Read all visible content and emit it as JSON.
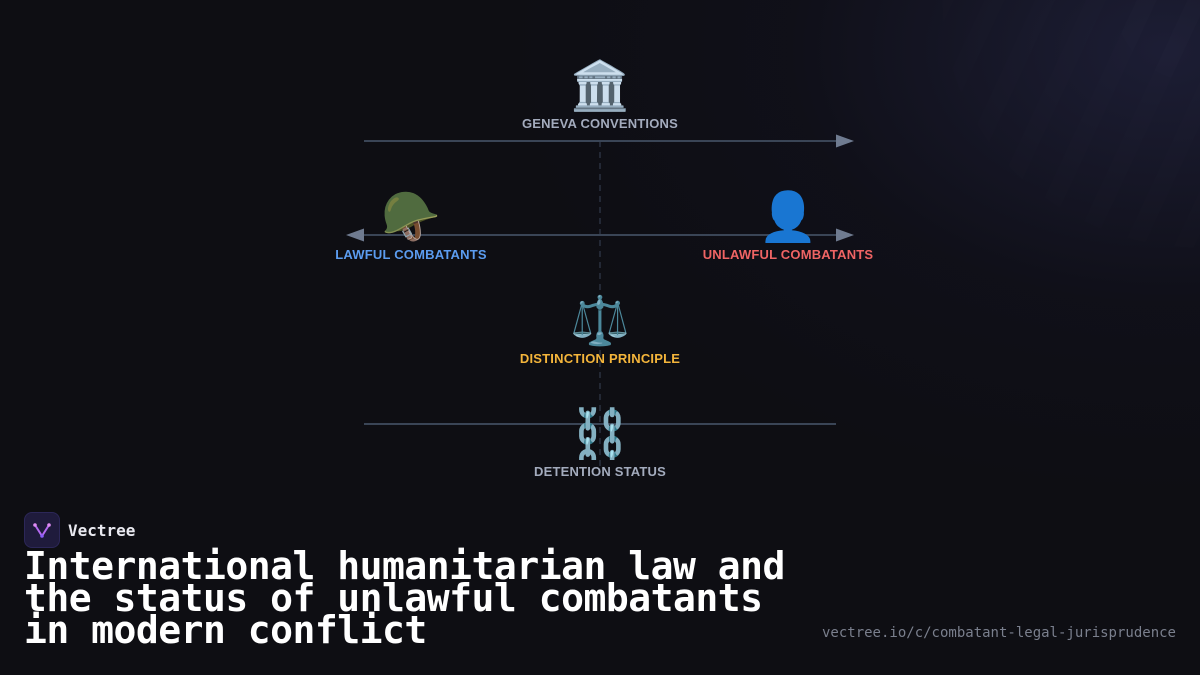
{
  "nodes": {
    "geneva": {
      "icon": "🏛️",
      "icon_name": "classical-building-icon",
      "label": "GENEVA CONVENTIONS"
    },
    "lawful": {
      "icon": "🪖",
      "icon_name": "military-helmet-icon",
      "label": "LAWFUL COMBATANTS"
    },
    "unlawful": {
      "icon": "👤",
      "icon_name": "person-silhouette-icon",
      "label": "UNLAWFUL COMBATANTS"
    },
    "distinction": {
      "icon": "⚖️",
      "icon_name": "balance-scale-icon",
      "label": "DISTINCTION PRINCIPLE"
    },
    "detention": {
      "icon": "⛓️",
      "icon_name": "chains-icon",
      "label": "DETENTION STATUS"
    }
  },
  "colors": {
    "background": "#0e0e13",
    "connector": "#3a4556",
    "arrowhead": "#6f7b90",
    "neutral_label": "#a3abbd",
    "lawful_label": "#5b9cf0",
    "unlawful_label": "#ef6464",
    "principle_label": "#f4b53b"
  },
  "brand": {
    "name": "Vectree",
    "logo_icon": "vectree-logo-icon"
  },
  "title": "International humanitarian law and the status of unlawful combatants in modern conflict",
  "url": "vectree.io/c/combatant-legal-jurisprudence"
}
